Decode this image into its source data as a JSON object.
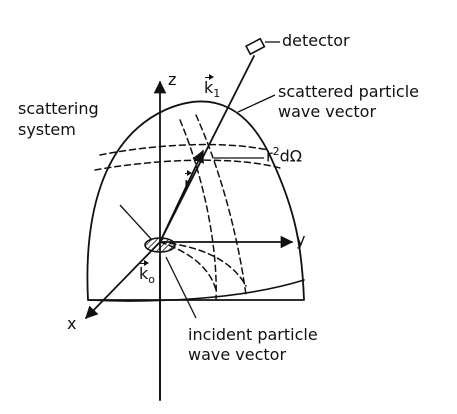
{
  "labels": {
    "detector": "detector",
    "scattered_line1": "scattered particle",
    "scattered_line2": "wave vector",
    "scattering_line1": "scattering",
    "scattering_line2": "system",
    "incident_line1": "incident particle",
    "incident_line2": "wave vector",
    "area_element_prefix": "r",
    "area_element_exp": "2",
    "area_element_suffix": "dΩ",
    "axis_z": "z",
    "axis_y": "y",
    "axis_x": "x",
    "vector_k1_base": "k",
    "vector_k1_sub": "1",
    "vector_k0_base": "k",
    "vector_k0_sub": "o",
    "vector_r": "r"
  },
  "colors": {
    "ink": "#111111",
    "background": "#ffffff"
  }
}
